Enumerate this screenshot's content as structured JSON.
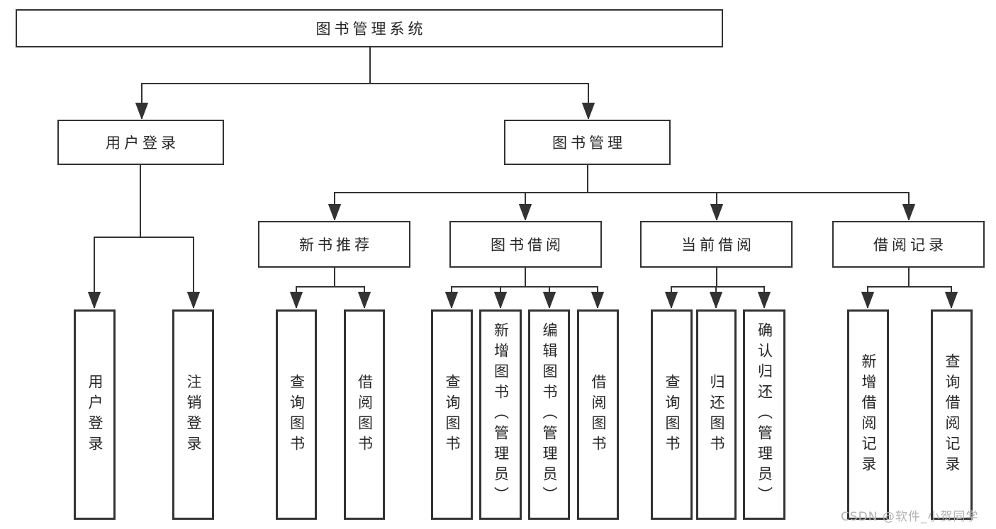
{
  "diagram": {
    "tree": {
      "root": {
        "label": "图书管理系统",
        "children": [
          {
            "label": "用户登录",
            "children": [
              {
                "label": "用户登录"
              },
              {
                "label": "注销登录"
              }
            ]
          },
          {
            "label": "图书管理",
            "children": [
              {
                "label": "新书推荐",
                "children": [
                  {
                    "label": "查询图书"
                  },
                  {
                    "label": "借阅图书"
                  }
                ]
              },
              {
                "label": "图书借阅",
                "children": [
                  {
                    "label": "查询图书"
                  },
                  {
                    "label": "新增图书（管理员）"
                  },
                  {
                    "label": "编辑图书（管理员）"
                  },
                  {
                    "label": "借阅图书"
                  }
                ]
              },
              {
                "label": "当前借阅",
                "children": [
                  {
                    "label": "查询图书"
                  },
                  {
                    "label": "归还图书"
                  },
                  {
                    "label": "确认归还（管理员）"
                  }
                ]
              },
              {
                "label": "借阅记录",
                "children": [
                  {
                    "label": "新增借阅记录"
                  },
                  {
                    "label": "查询借阅记录"
                  }
                ]
              }
            ]
          }
        ]
      }
    },
    "colors": {
      "line": "#333333",
      "box_border": "#333333",
      "box_fill": "#ffffff",
      "text": "#262626",
      "watermark": "#b2b2b2",
      "background": "#ffffff"
    }
  },
  "watermark": {
    "text": "CSDN @软件_小贺同学"
  }
}
